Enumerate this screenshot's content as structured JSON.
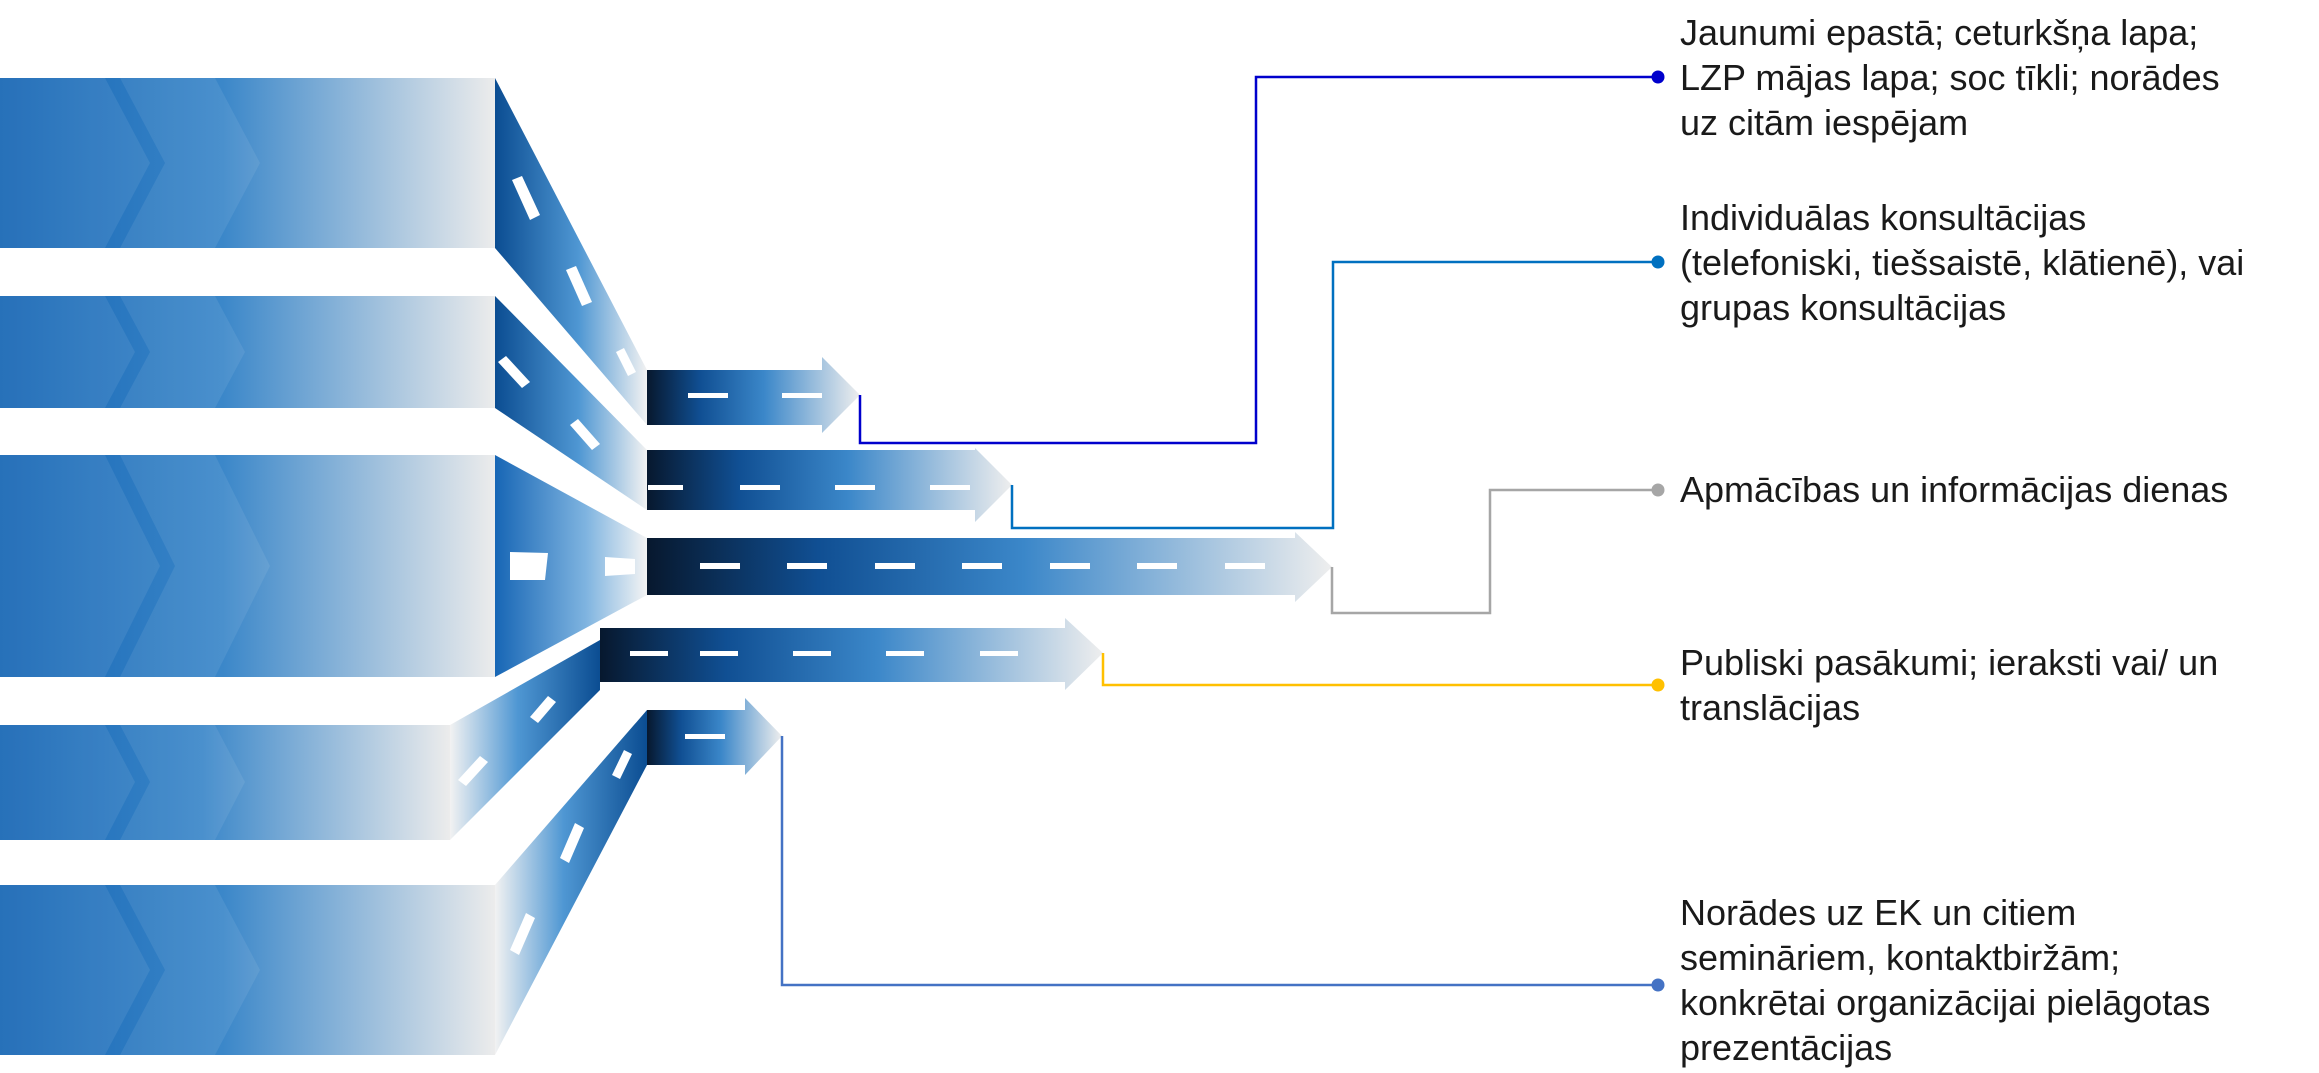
{
  "labels": [
    {
      "id": "email",
      "text": "Jaunumi epastā; ceturkšņa lapa;\nLZP mājas lapa; soc tīkli; norādes\nuz citām iespējam",
      "color": "#0000cc"
    },
    {
      "id": "consult",
      "text": "Individuālas konsultācijas\n(telefoniski, tiešsaistē, klātienē), vai\ngrupas konsultācijas",
      "color": "#0070c0"
    },
    {
      "id": "training",
      "text": "Apmācības un informācijas dienas",
      "color": "#a6a6a6"
    },
    {
      "id": "events",
      "text": "Publiski pasākumi; ieraksti vai/ un\ntranslācijas",
      "color": "#ffc000"
    },
    {
      "id": "references",
      "text": "Norādes uz EK un citiem\nsemināriem, kontaktbiržām;\nkonkrētai organizācijai pielāgotas\nprezentācijas",
      "color": "#4472c4"
    }
  ]
}
